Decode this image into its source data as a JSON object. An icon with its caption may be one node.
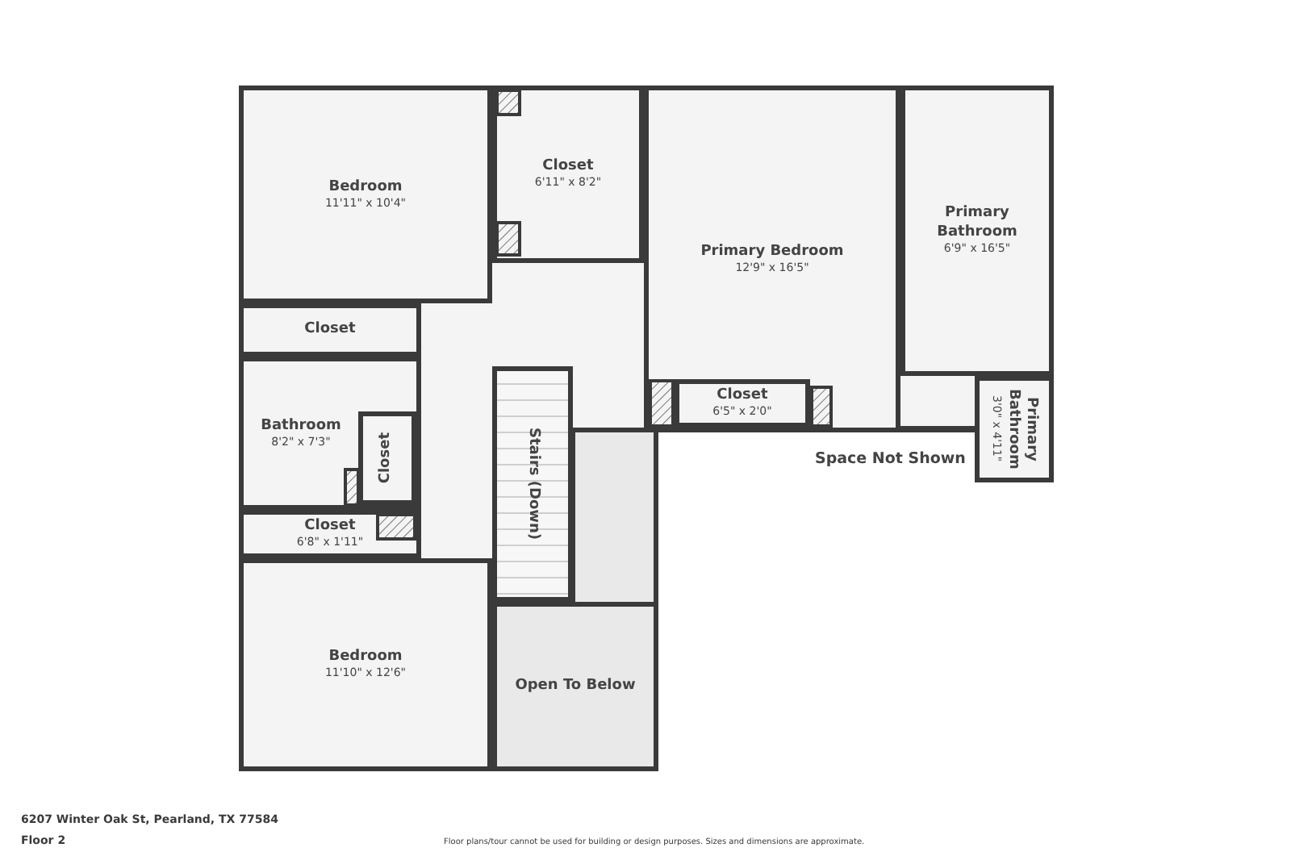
{
  "diagram": {
    "nodes": [
      {
        "text": [
          "Bedroom",
          "11'11\" x 10'4\""
        ]
      },
      {
        "text": [
          "Closet",
          "6'11\" x 8'2\""
        ]
      },
      {
        "text": [
          "Primary Bedroom",
          "12'9\" x 16'5\""
        ]
      },
      {
        "text": [
          "Primary Bathroom",
          "6'9\" x 16'5\""
        ]
      },
      {
        "text": [
          "Closet"
        ]
      },
      {
        "text": [
          "Bathroom",
          "8'2\" x 7'3\""
        ]
      },
      {
        "text": [
          "Closet"
        ],
        "in": 5
      },
      {
        "text": [
          "Stairs (Down)"
        ]
      },
      {
        "text": [
          "Closet",
          "6'5\" x 2'0\""
        ],
        "in": 2
      },
      {
        "text": [
          "Primary Bathroom",
          "3'0\" x 4'11\""
        ]
      },
      {
        "text": [
          "Closet",
          "6'8\" x 1'11\""
        ]
      },
      {
        "text": [
          "Bedroom",
          "11'10\" x 12'6\""
        ]
      },
      {
        "text": [
          "Open To Below"
        ]
      }
    ],
    "labels": [
      "Space Not Shown",
      "6207 Winter Oak St, Pearland, TX 77584",
      "Floor 2",
      "Floor plans/tour cannot be used for building or design purposes. Sizes and dimensions are approximate."
    ]
  }
}
